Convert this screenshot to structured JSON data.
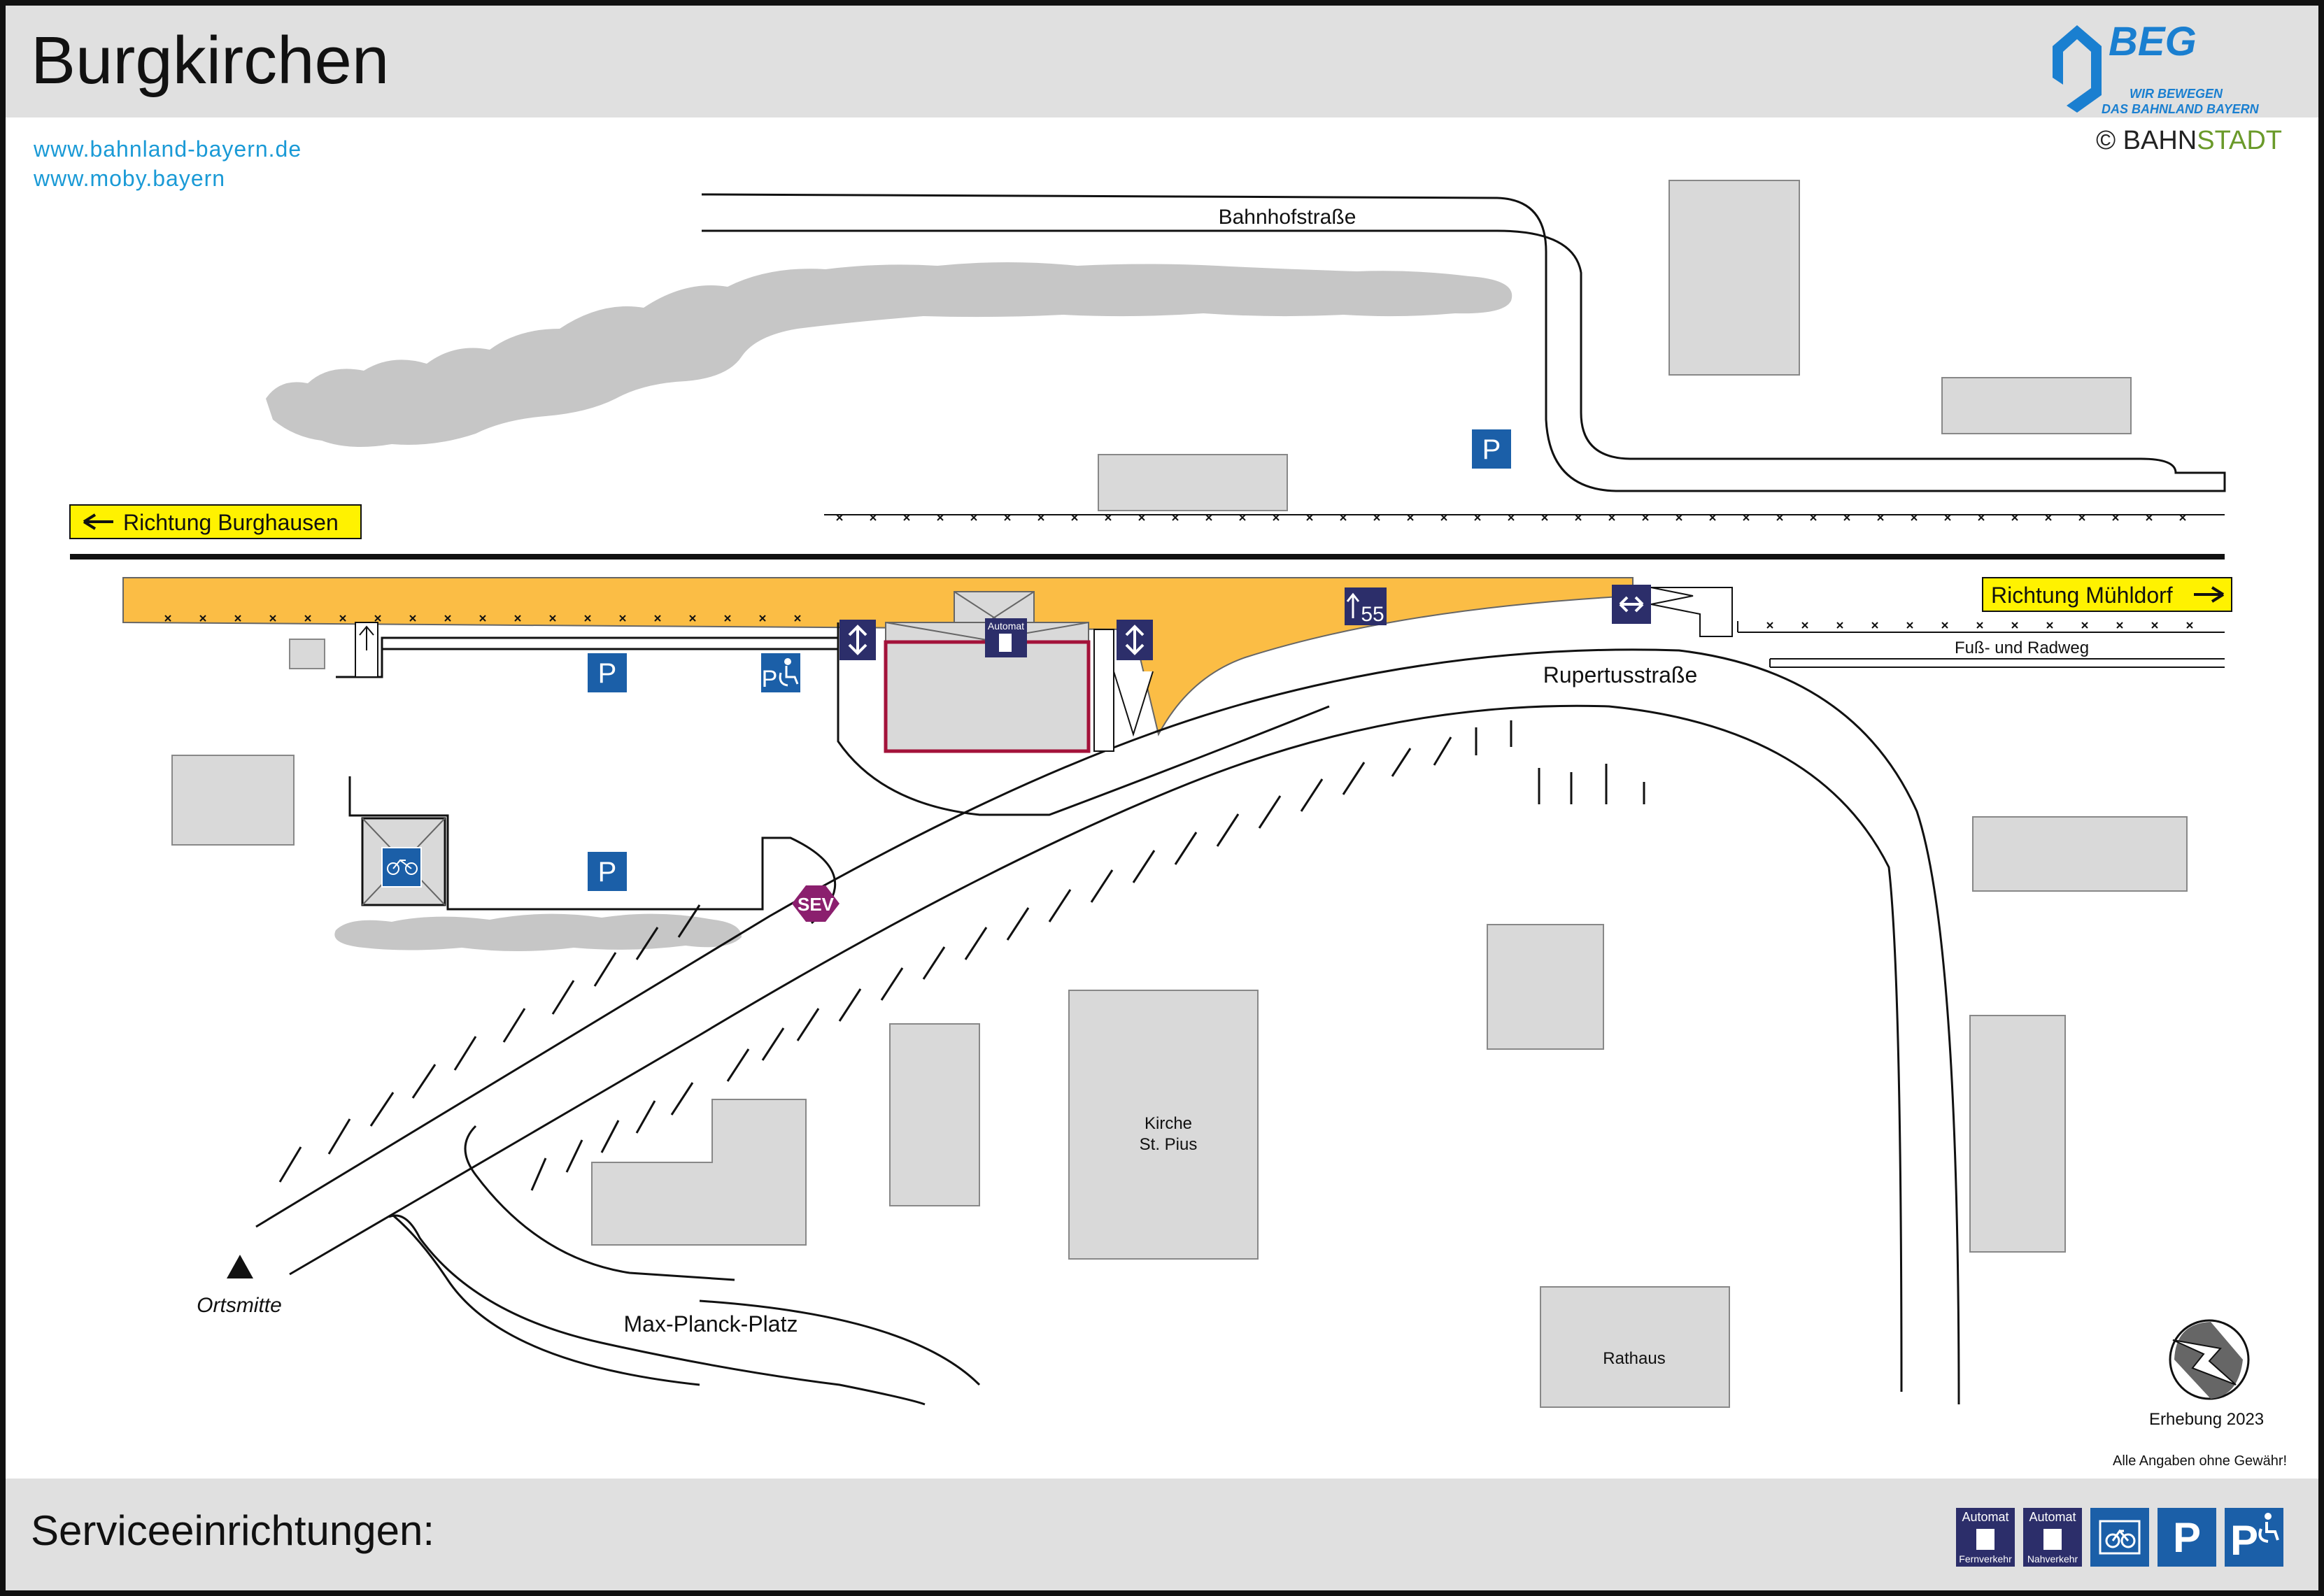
{
  "header": {
    "title": "Burgkirchen",
    "links": [
      "www.bahnland-bayern.de",
      "www.moby.bayern"
    ],
    "logo": {
      "name": "BEG",
      "tagline1": "WIR BEWEGEN",
      "tagline2": "DAS BAHNLAND BAYERN"
    },
    "copyright_symbol": "©",
    "copyright_bahn": "BAHN",
    "copyright_stadt": "STADT"
  },
  "map": {
    "directions": {
      "west": "Richtung Burghausen",
      "east": "Richtung Mühldorf"
    },
    "streets": {
      "bahnhofstrasse": "Bahnhofstraße",
      "rupertusstrasse": "Rupertusstraße",
      "fuss_radweg": "Fuß- und Radweg",
      "max_planck_platz": "Max-Planck-Platz",
      "ortsmitte": "Ortsmitte"
    },
    "buildings": {
      "kirche_line1": "Kirche",
      "kirche_line2": "St. Pius",
      "rathaus": "Rathaus"
    },
    "symbols": {
      "parking": "P",
      "sev": "SEV",
      "automat": "Automat",
      "platform_number": "55"
    },
    "survey": "Erhebung 2023",
    "disclaimer": "Alle Angaben ohne Gewähr!"
  },
  "footer": {
    "label": "Serviceeinrichtungen:",
    "icons": [
      {
        "kind": "ticket-machine-long-distance",
        "top": "Automat",
        "bottom": "Fernverkehr"
      },
      {
        "kind": "ticket-machine-regional",
        "top": "Automat",
        "bottom": "Nahverkehr"
      },
      {
        "kind": "bike-parking",
        "text": ""
      },
      {
        "kind": "parking",
        "text": "P"
      },
      {
        "kind": "accessible-parking",
        "text": "P"
      }
    ]
  },
  "colors": {
    "platform": "#fbbd45",
    "building": "#d9d9d9",
    "service_blue": "#1b5fa8",
    "navy": "#2c2e6a",
    "sev": "#8b1f6e",
    "direction_label": "#fff200",
    "station_outline": "#a3123a"
  }
}
